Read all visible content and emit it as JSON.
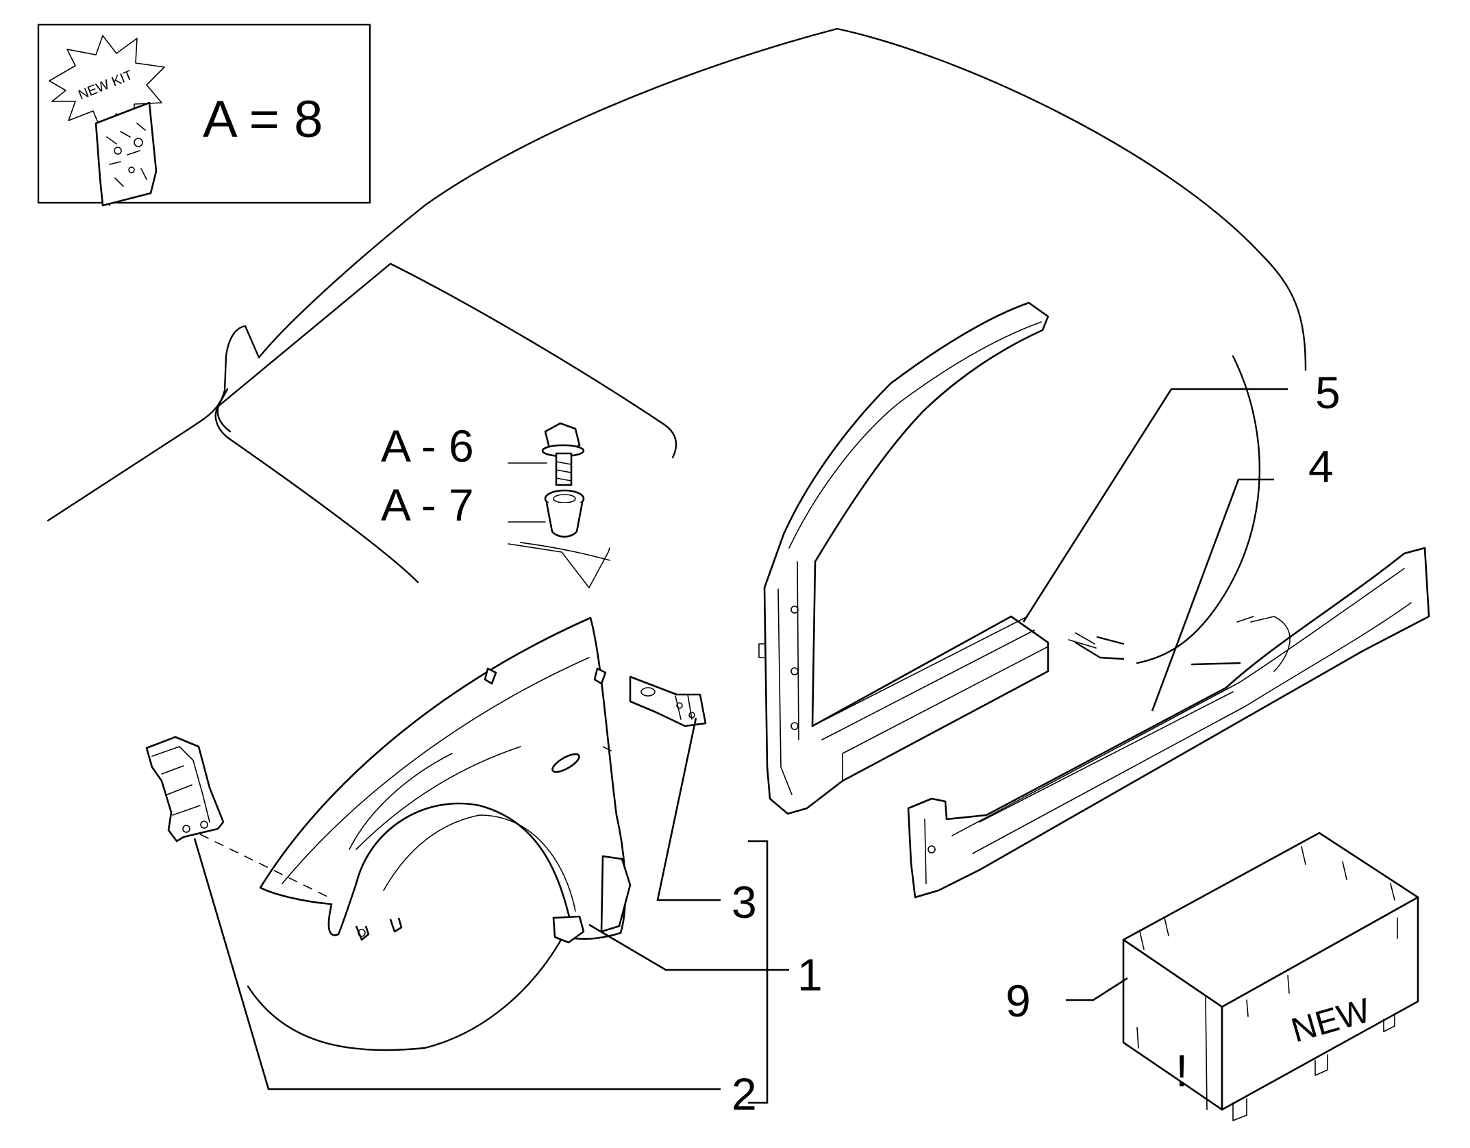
{
  "kit_legend": {
    "badge_text": "NEW KIT",
    "equation": "A = 8"
  },
  "callouts": {
    "screw": "A - 6",
    "clip": "A - 7",
    "label_1": "1",
    "label_2": "2",
    "label_3": "3",
    "label_4": "4",
    "label_5": "5",
    "label_9": "9"
  },
  "box": {
    "marking": "NEW",
    "symbol": "!"
  }
}
